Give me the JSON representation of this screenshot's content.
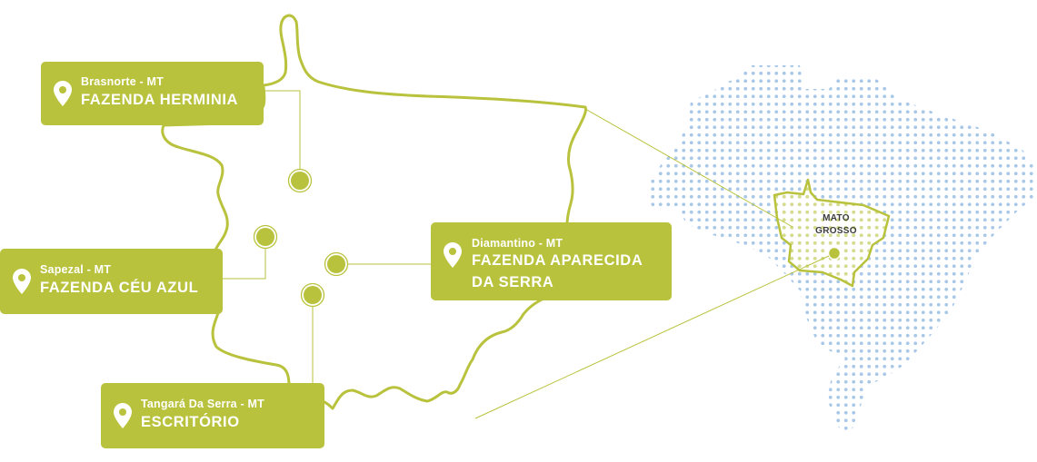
{
  "locations": [
    {
      "id": "herminia",
      "city": "Brasnorte - MT",
      "farm": "FAZENDA HERMINIA"
    },
    {
      "id": "ceu-azul",
      "city": "Sapezal - MT",
      "farm": "FAZENDA CÉU AZUL"
    },
    {
      "id": "aparecida",
      "city": "Diamantino - MT",
      "farm_line1": "FAZENDA APARECIDA",
      "farm_line2": "DA SERRA"
    },
    {
      "id": "escritorio",
      "city": "Tangará Da Serra - MT",
      "farm": "ESCRITÓRIO"
    }
  ],
  "inset_map": {
    "state_line1": "MATO",
    "state_line2": "GROSSO"
  },
  "colors": {
    "accent": "#b9c23c",
    "brazil_dots": "#a9c8e8",
    "card_text": "#ffffff",
    "label_text": "#3b3b3b"
  },
  "icons": {
    "marker": "map-pin-icon"
  }
}
